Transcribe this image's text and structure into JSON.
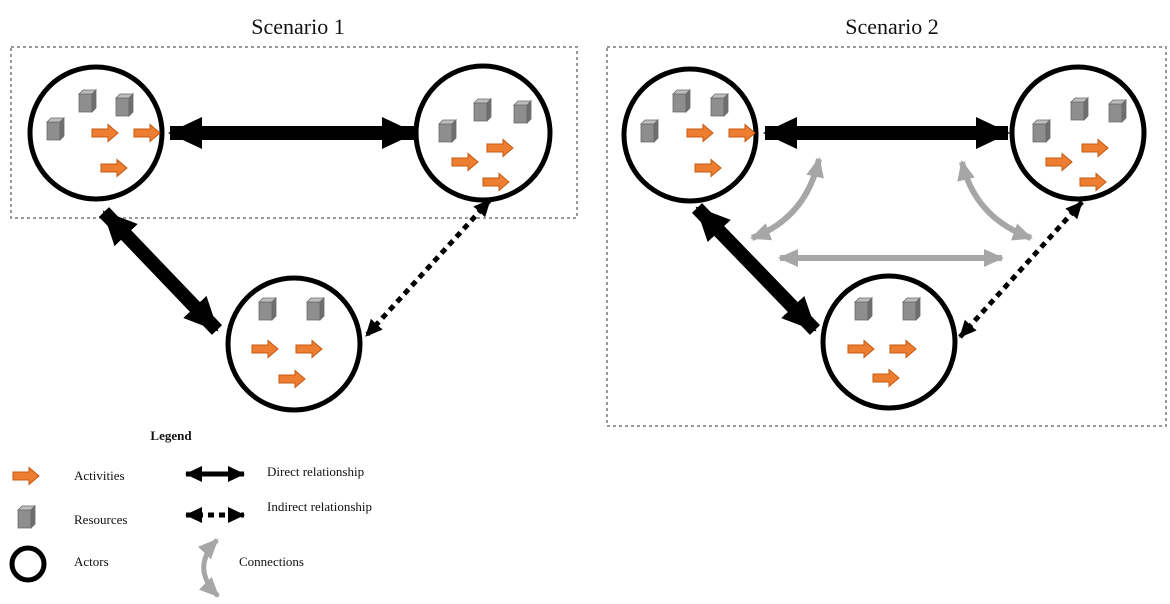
{
  "scenario1": {
    "title": "Scenario 1"
  },
  "scenario2": {
    "title": "Scenario 2"
  },
  "legend": {
    "title": "Legend",
    "activities": "Activities",
    "resources": "Resources",
    "actors": "Actors",
    "direct": "Direct relationship",
    "indirect": "Indirect relationship",
    "connections": "Connections"
  },
  "colors": {
    "activity": "#ED7D31",
    "resource_front": "#8E8E8E",
    "resource_top": "#BDBDBD",
    "resource_side": "#6F6F6F",
    "connection": "#A6A6A6",
    "frame": "#999999",
    "line": "#000000"
  }
}
